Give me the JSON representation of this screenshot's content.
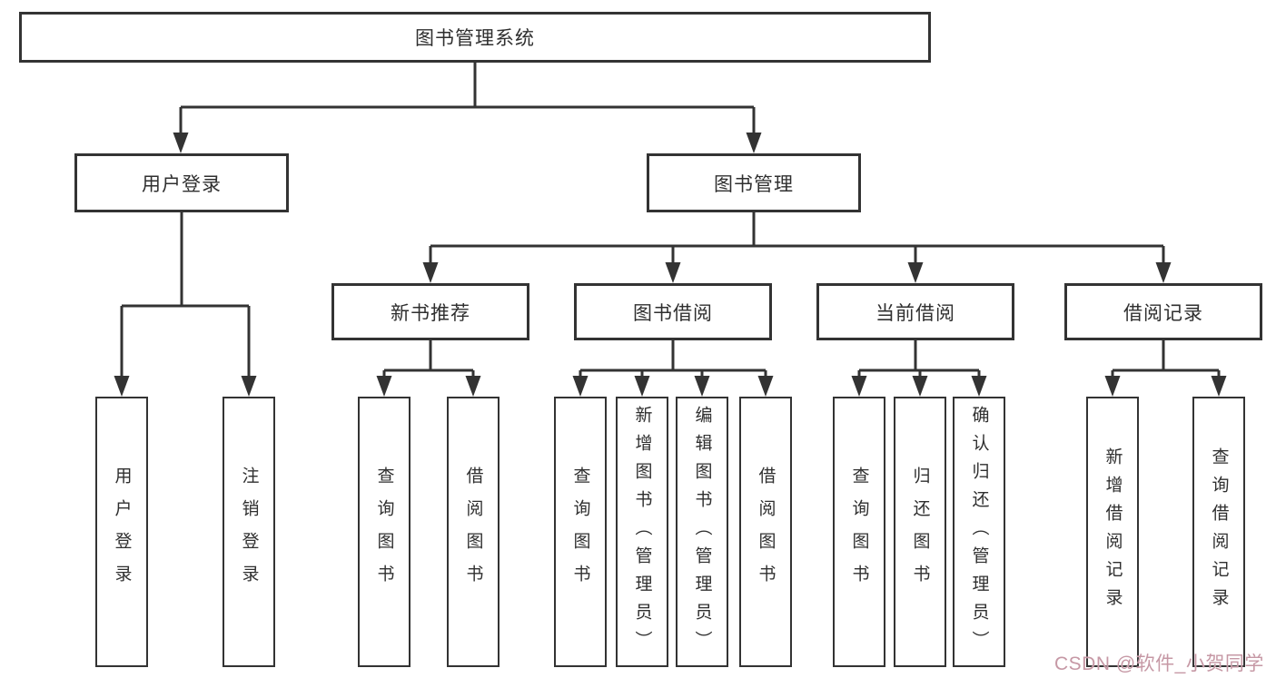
{
  "diagram": {
    "root": "图书管理系统",
    "level2": [
      {
        "label": "用户登录"
      },
      {
        "label": "图书管理"
      }
    ],
    "level3": [
      {
        "label": "新书推荐"
      },
      {
        "label": "图书借阅"
      },
      {
        "label": "当前借阅"
      },
      {
        "label": "借阅记录"
      }
    ],
    "leaf_groups": [
      {
        "parent": "用户登录",
        "items": [
          "用户登录",
          "注销登录"
        ]
      },
      {
        "parent": "新书推荐",
        "items": [
          "查询图书",
          "借阅图书"
        ]
      },
      {
        "parent": "图书借阅",
        "items": [
          "查询图书",
          "新增图书（管理员）",
          "编辑图书（管理员）",
          "借阅图书"
        ]
      },
      {
        "parent": "当前借阅",
        "items": [
          "查询图书",
          "归还图书",
          "确认归还（管理员）"
        ]
      },
      {
        "parent": "借阅记录",
        "items": [
          "新增借阅记录",
          "查询借阅记录"
        ]
      }
    ]
  },
  "watermark": {
    "text": "CSDN @软件_小贺同学"
  },
  "colors": {
    "line": "#333333",
    "box_border": "#333333",
    "text": "#2f2f2f",
    "background": "#ffffff",
    "watermark": "#c698a5"
  }
}
